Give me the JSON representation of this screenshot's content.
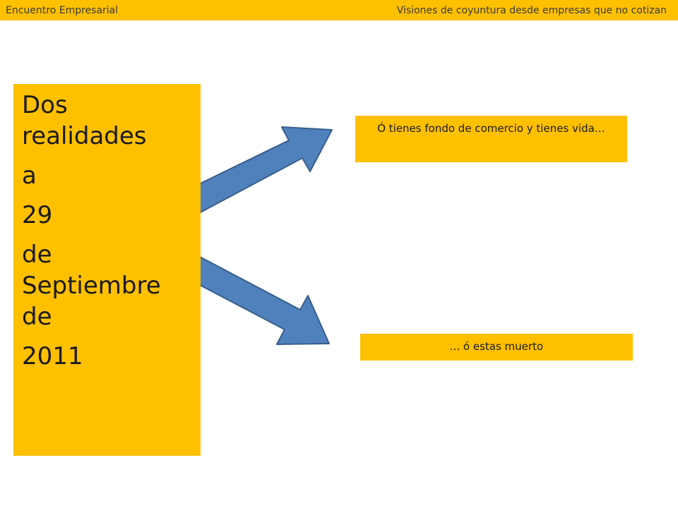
{
  "header": {
    "left_text": "Encuentro Empresarial",
    "right_text": "Visiones de coyuntura desde empresas que no cotizan"
  },
  "main_box": {
    "lines": [
      "Dos",
      "realidades",
      "a",
      "29",
      "de",
      "Septiembre",
      "de",
      "2011"
    ]
  },
  "callouts": {
    "top": "Ó tienes fondo de comercio y tienes vida…",
    "bottom": "... ó estas muerto"
  },
  "colors": {
    "accent": "#FFC000",
    "arrow_fill": "#4F81BD",
    "arrow_stroke": "#385D8A",
    "text": "#1a1a1a"
  }
}
